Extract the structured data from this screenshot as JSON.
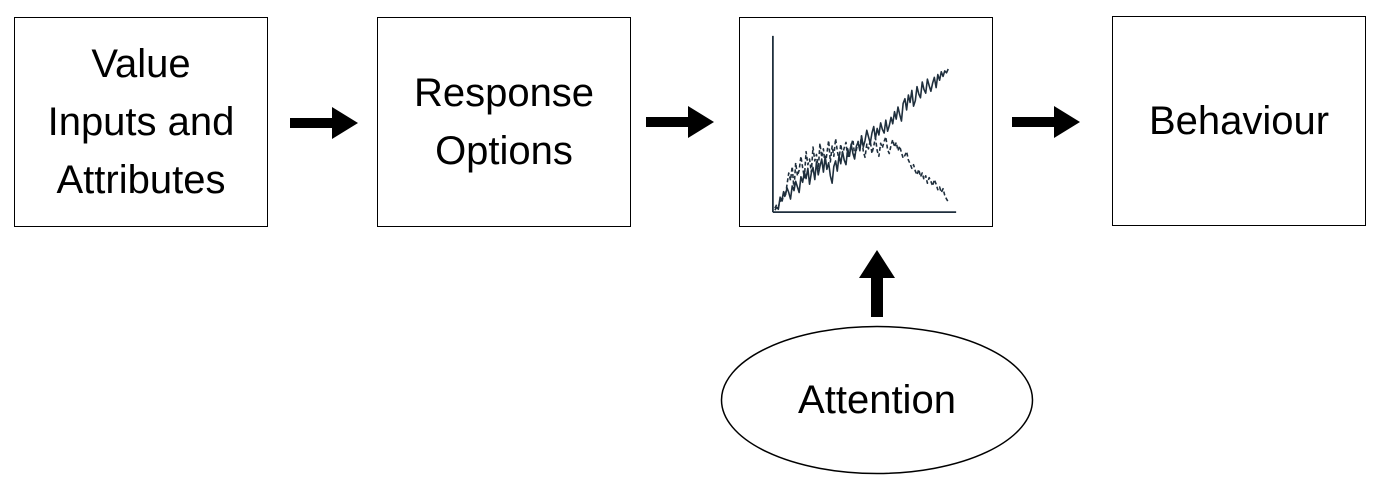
{
  "nodes": {
    "value_inputs": "Value\nInputs and\nAttributes",
    "response_options": "Response\nOptions",
    "behaviour": "Behaviour",
    "attention": "Attention"
  },
  "colors": {
    "line": "#1f2f3d",
    "stroke": "#000000"
  },
  "chart_data": {
    "type": "line",
    "x": [
      0,
      1,
      2,
      3,
      4,
      5,
      6,
      7,
      8,
      9,
      10,
      11,
      12,
      13,
      14,
      15,
      16,
      17,
      18,
      19,
      20,
      21,
      22,
      23,
      24,
      25,
      26,
      27,
      28,
      29,
      30,
      31,
      32,
      33,
      34,
      35,
      36,
      37,
      38,
      39,
      40,
      41,
      42,
      43,
      44,
      45,
      46,
      47,
      48,
      49,
      50,
      51,
      52,
      53,
      54,
      55,
      56,
      57,
      58,
      59,
      60,
      61,
      62,
      63,
      64,
      65,
      66,
      67,
      68,
      69,
      70,
      71,
      72,
      73,
      74,
      75,
      76,
      77,
      78,
      79,
      80,
      81,
      82,
      83,
      84,
      85,
      86,
      87,
      88,
      89,
      90,
      91,
      92,
      93,
      94,
      95,
      96,
      97,
      98,
      99,
      100
    ],
    "series": [
      {
        "style": "solid",
        "values": [
          0,
          3,
          1,
          14,
          10,
          20,
          16,
          24,
          19,
          12,
          26,
          21,
          31,
          25,
          19,
          36,
          30,
          41,
          34,
          45,
          28,
          40,
          46,
          33,
          52,
          38,
          47,
          55,
          41,
          58,
          44,
          51,
          37,
          29,
          47,
          53,
          42,
          59,
          50,
          63,
          54,
          49,
          66,
          58,
          71,
          61,
          55,
          69,
          73,
          64,
          80,
          68,
          75,
          86,
          79,
          72,
          83,
          90,
          77,
          88,
          81,
          94,
          87,
          83,
          97,
          85,
          91,
          100,
          93,
          106,
          98,
          111,
          103,
          96,
          115,
          120,
          108,
          124,
          116,
          129,
          112,
          118,
          133,
          125,
          121,
          138,
          130,
          126,
          141,
          134,
          128,
          137,
          143,
          132,
          146,
          140,
          149,
          144,
          150,
          148,
          152
        ]
      },
      {
        "style": "dashed",
        "values": [
          2,
          6,
          3,
          11,
          8,
          17,
          14,
          28,
          40,
          32,
          47,
          22,
          51,
          37,
          43,
          58,
          46,
          35,
          63,
          49,
          55,
          41,
          68,
          53,
          60,
          44,
          72,
          57,
          66,
          48,
          61,
          75,
          52,
          69,
          58,
          77,
          64,
          54,
          71,
          60,
          67,
          73,
          56,
          62,
          70,
          76,
          59,
          65,
          74,
          68,
          80,
          63,
          57,
          71,
          66,
          75,
          61,
          69,
          78,
          64,
          58,
          72,
          67,
          74,
          79,
          65,
          61,
          70,
          76,
          68,
          73,
          64,
          69,
          62,
          56,
          59,
          63,
          54,
          50,
          45,
          49,
          42,
          38,
          44,
          36,
          40,
          33,
          37,
          29,
          35,
          31,
          26,
          33,
          28,
          22,
          25,
          19,
          23,
          16,
          12,
          9
        ]
      }
    ],
    "ylim": [
      0,
      160
    ],
    "xlim": [
      0,
      100
    ]
  }
}
